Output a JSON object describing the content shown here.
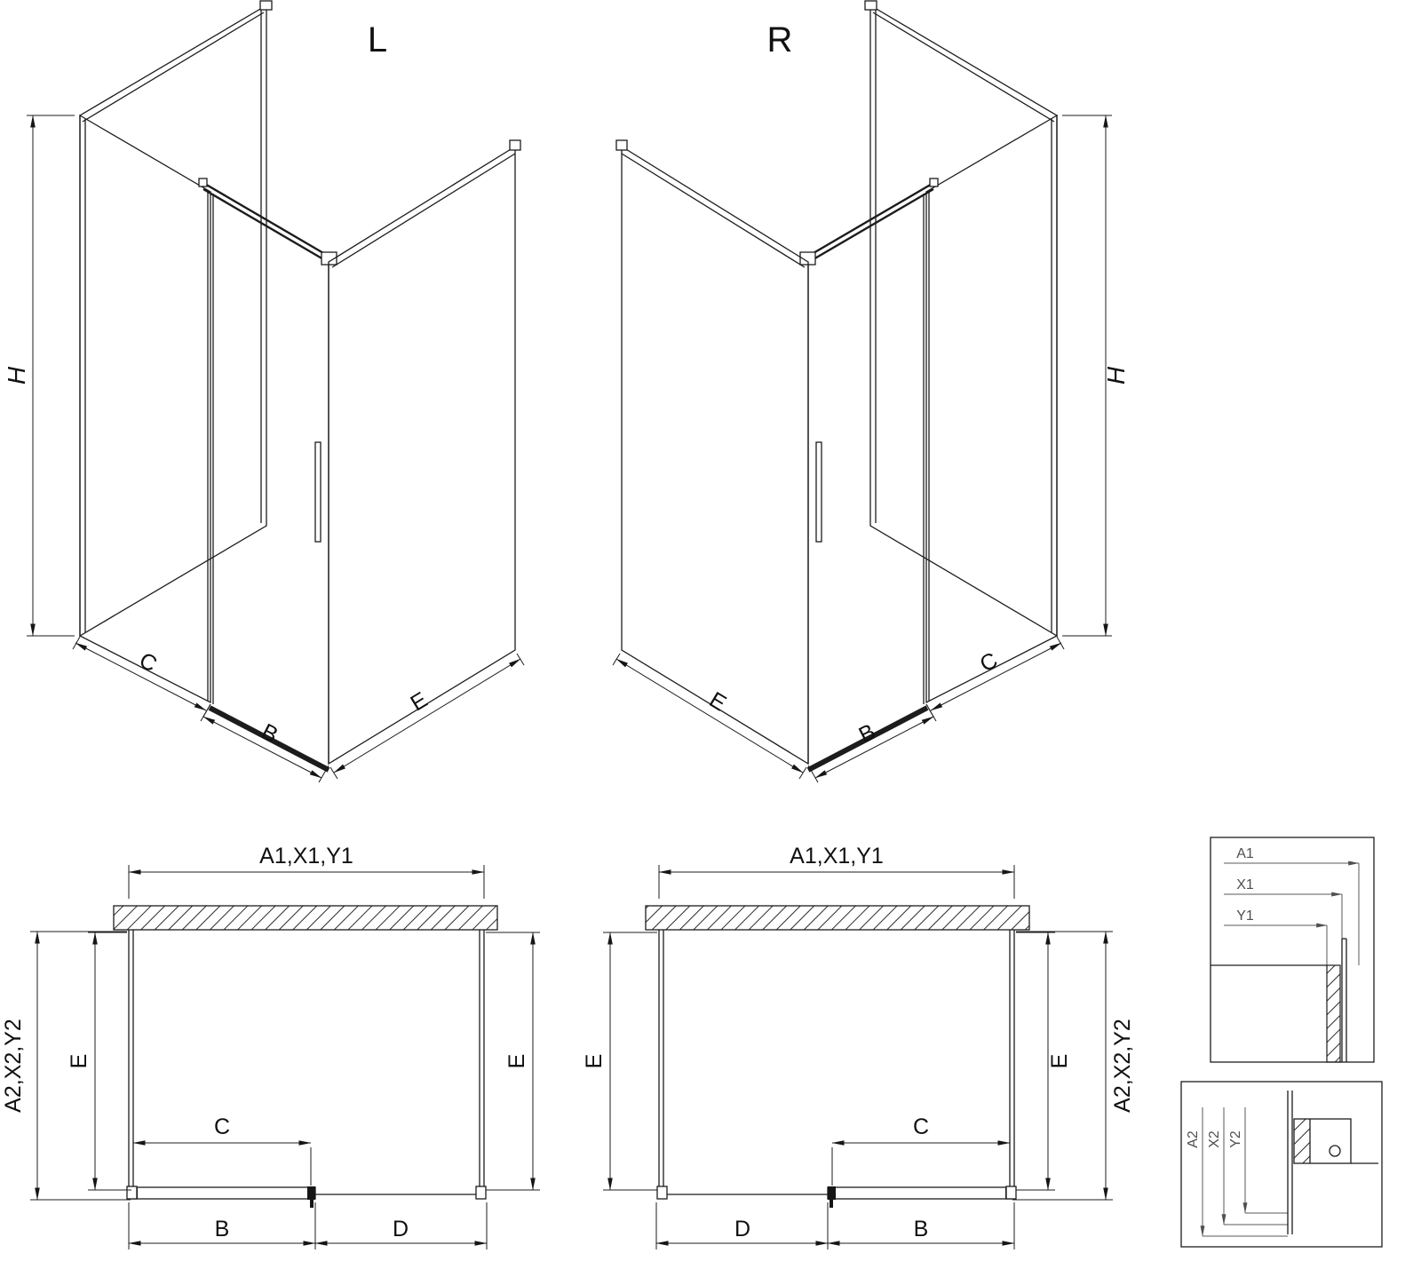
{
  "diagram": {
    "iso_left": {
      "title": "L",
      "h": "H",
      "c": "C",
      "b": "B",
      "e": "E"
    },
    "iso_right": {
      "title": "R",
      "h": "H",
      "c": "C",
      "b": "B",
      "e": "E"
    },
    "plan_left": {
      "top": "A1,X1,Y1",
      "side": "A2,X2,Y2",
      "e_left": "E",
      "e_right": "E",
      "c": "C",
      "b": "B",
      "d": "D"
    },
    "plan_center": {
      "top": "A1,X1,Y1",
      "side": "A2,X2,Y2",
      "e_left": "E",
      "e_right": "E",
      "c": "C",
      "b": "B",
      "d": "D"
    },
    "detail_top": {
      "a1": "A1",
      "x1": "X1",
      "y1": "Y1"
    },
    "detail_bottom": {
      "a2": "A2",
      "x2": "X2",
      "y2": "Y2"
    }
  }
}
